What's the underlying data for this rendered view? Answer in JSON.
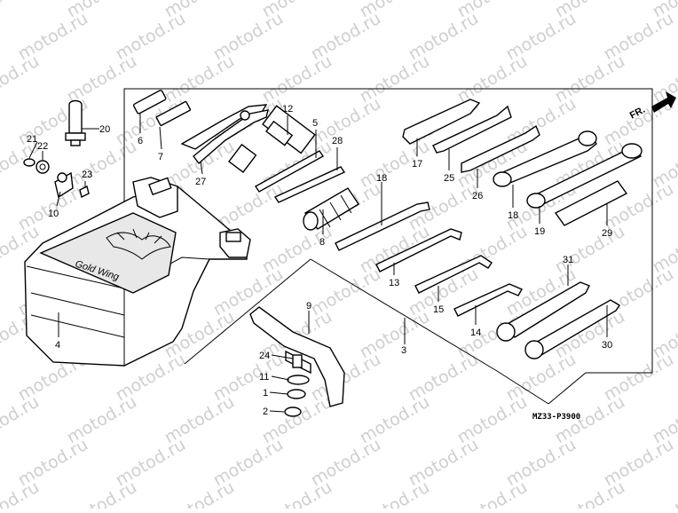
{
  "watermark": "motod.ru",
  "direction_label": "FR.",
  "diagram_code": "MZ33-P3900",
  "logo_script": "Gold Wing",
  "callouts": {
    "c1": "1",
    "c2": "2",
    "c3": "3",
    "c4": "4",
    "c5": "5",
    "c6": "6",
    "c7": "7",
    "c8": "8",
    "c9": "9",
    "c10": "10",
    "c11": "11",
    "c12": "12",
    "c13": "13",
    "c14": "14",
    "c15": "15",
    "c17": "17",
    "c18a": "18",
    "c18b": "18",
    "c19": "19",
    "c20": "20",
    "c21": "21",
    "c22": "22",
    "c23": "23",
    "c24": "24",
    "c25": "25",
    "c26": "26",
    "c27": "27",
    "c28": "28",
    "c29": "29",
    "c30": "30",
    "c31": "31"
  },
  "colors": {
    "line": "#000000",
    "watermark": "#cfcfcf",
    "background": "#ffffff"
  }
}
